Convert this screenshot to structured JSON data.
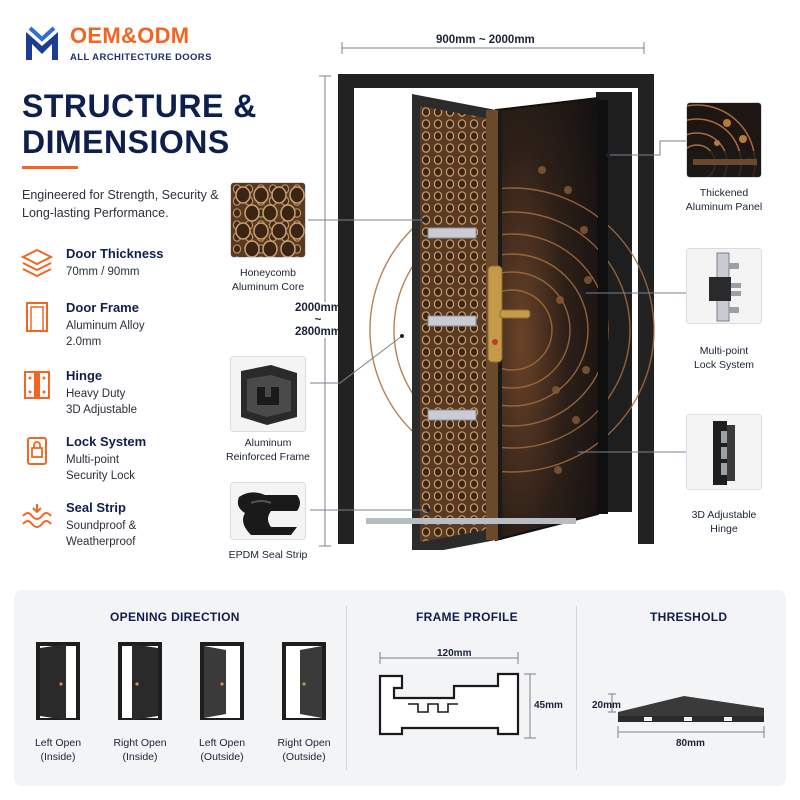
{
  "brand": {
    "name": "OEM&ODM",
    "subtitle": "ALL ARCHITECTURE DOORS"
  },
  "heading": {
    "line1": "STRUCTURE &",
    "line2": "DIMENSIONS",
    "tagline": "Engineered for Strength, Security & Long-lasting Performance."
  },
  "features": [
    {
      "icon": "layers-icon",
      "title": "Door Thickness",
      "desc1": "70mm / 90mm",
      "desc2": ""
    },
    {
      "icon": "door-frame-icon",
      "title": "Door Frame",
      "desc1": "Aluminum Alloy",
      "desc2": "2.0mm"
    },
    {
      "icon": "hinge-icon",
      "title": "Hinge",
      "desc1": "Heavy Duty",
      "desc2": "3D Adjustable"
    },
    {
      "icon": "lock-icon",
      "title": "Lock System",
      "desc1": "Multi-point",
      "desc2": "Security Lock"
    },
    {
      "icon": "seal-icon",
      "title": "Seal Strip",
      "desc1": "Soundproof &",
      "desc2": "Weatherproof"
    }
  ],
  "dimensions": {
    "width": "900mm ~ 2000mm",
    "height_top": "2000mm",
    "height_sep": "~",
    "height_bottom": "2800mm"
  },
  "callouts": {
    "honeycomb": {
      "line1": "Honeycomb",
      "line2": "Aluminum Core"
    },
    "frame": {
      "line1": "Aluminum",
      "line2": "Reinforced Frame"
    },
    "seal": {
      "line1": "EPDM Seal Strip"
    },
    "panel": {
      "line1": "Thickened",
      "line2": "Aluminum Panel"
    },
    "lock": {
      "line1": "Multi-point",
      "line2": "Lock System"
    },
    "hinge": {
      "line1": "3D Adjustable",
      "line2": "Hinge"
    }
  },
  "bottom": {
    "opening": {
      "title": "OPENING DIRECTION",
      "items": [
        {
          "line1": "Left Open",
          "line2": "(Inside)"
        },
        {
          "line1": "Right Open",
          "line2": "(Inside)"
        },
        {
          "line1": "Left Open",
          "line2": "(Outside)"
        },
        {
          "line1": "Right Open",
          "line2": "(Outside)"
        }
      ]
    },
    "profile": {
      "title": "FRAME PROFILE",
      "width": "120mm",
      "height": "45mm"
    },
    "threshold": {
      "title": "THRESHOLD",
      "height": "20mm",
      "width": "80mm"
    }
  },
  "colors": {
    "accent": "#f26522",
    "navy": "#0f1f4d",
    "door_dark": "#1c1c1c",
    "copper": "#8a5a34"
  }
}
